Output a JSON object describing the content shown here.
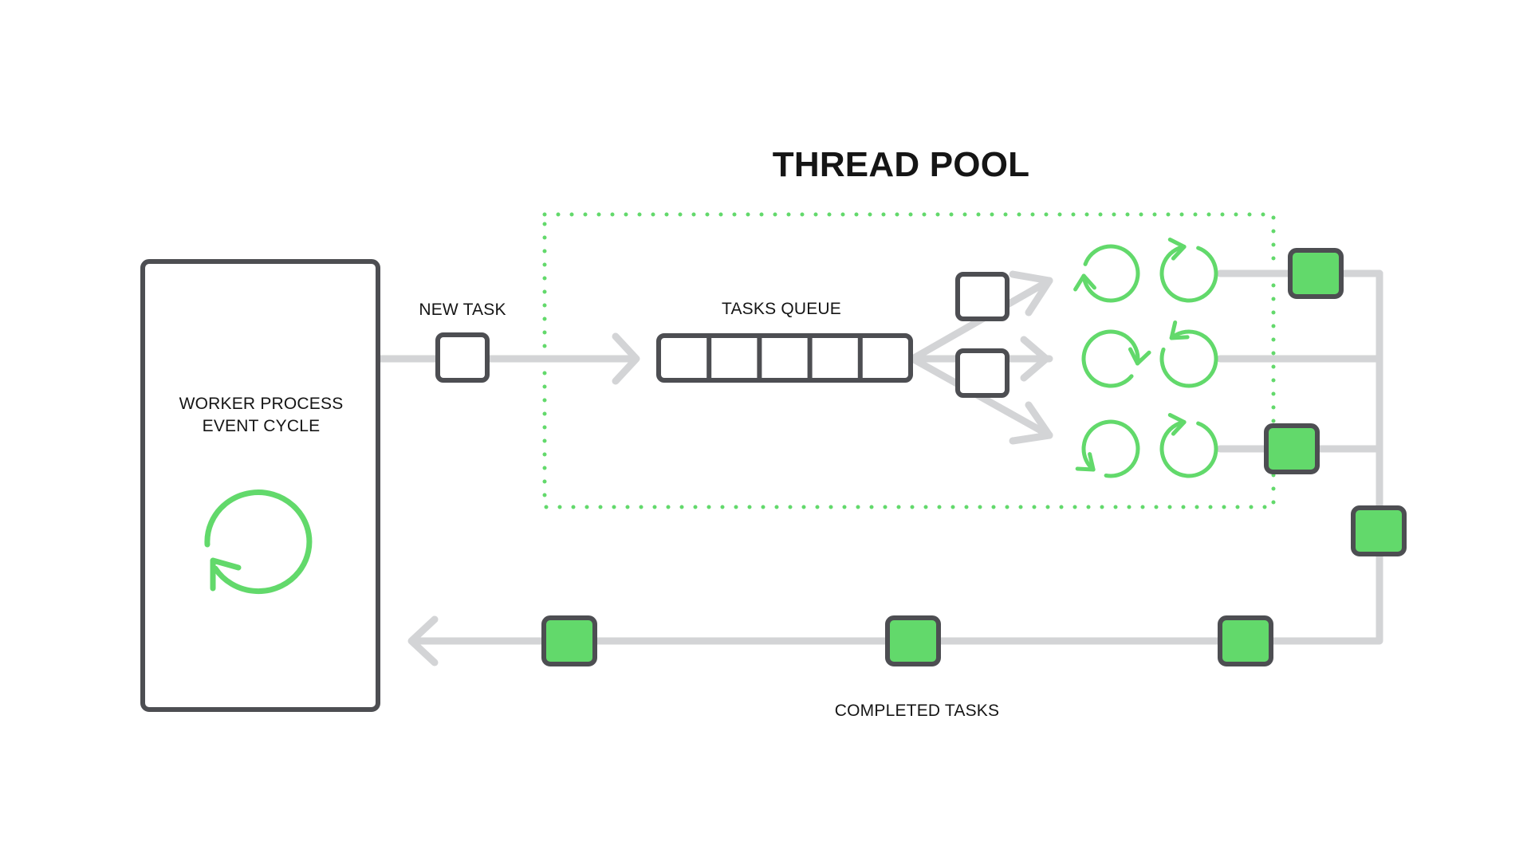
{
  "title": "THREAD POOL",
  "labels": {
    "worker_line1": "WORKER PROCESS",
    "worker_line2": "EVENT CYCLE",
    "new_task": "NEW TASK",
    "tasks_queue": "TASKS QUEUE",
    "completed_tasks": "COMPLETED TASKS"
  },
  "colors": {
    "accent_green": "#62d96b",
    "box_stroke": "#4d4e52",
    "connector_gray": "#d3d4d6",
    "pool_border_green": "#62d96b",
    "text": "#151515"
  },
  "worker_process": {
    "icon": "refresh-cycle-icon"
  },
  "new_task": {
    "state": "pending"
  },
  "tasks_queue": {
    "slots": 5,
    "filled": 0
  },
  "dispatch_tasks": [
    {
      "state": "pending"
    },
    {
      "state": "pending"
    }
  ],
  "threads": [
    {
      "icons": [
        "cycle-arrow-bottom-left",
        "cycle-arrow-top"
      ],
      "output": "completed"
    },
    {
      "icons": [
        "cycle-arrow-right",
        "cycle-arrow-left"
      ],
      "output": "none"
    },
    {
      "icons": [
        "cycle-arrow-bottom",
        "cycle-arrow-top"
      ],
      "output": "completed"
    }
  ],
  "completed_tasks": {
    "collector_count": 1,
    "return_line_count": 3
  }
}
